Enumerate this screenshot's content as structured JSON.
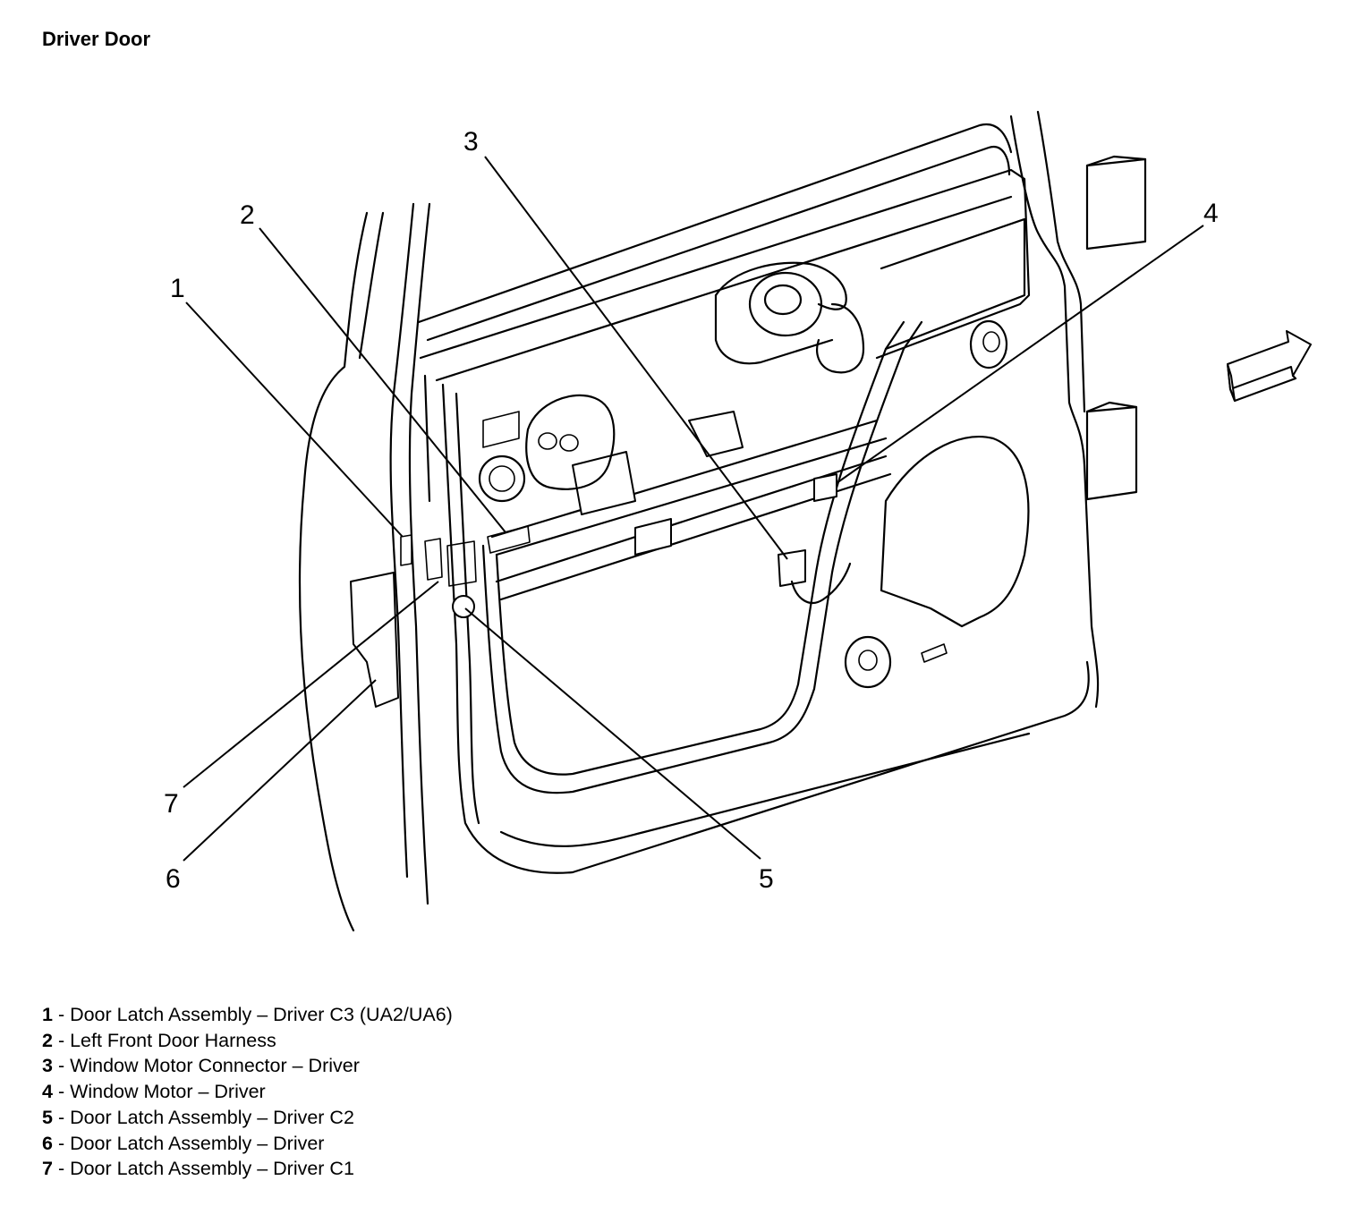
{
  "title": "Driver Door",
  "callouts": [
    {
      "number": "1",
      "label": "Door Latch Assembly – Driver C3 (UA2/UA6)"
    },
    {
      "number": "2",
      "label": "Left Front Door Harness"
    },
    {
      "number": "3",
      "label": "Window Motor Connector – Driver"
    },
    {
      "number": "4",
      "label": "Window Motor – Driver"
    },
    {
      "number": "5",
      "label": "Door Latch Assembly – Driver C2"
    },
    {
      "number": "6",
      "label": "Door Latch Assembly – Driver"
    },
    {
      "number": "7",
      "label": "Door Latch Assembly – Driver C1"
    }
  ],
  "separator": " - "
}
